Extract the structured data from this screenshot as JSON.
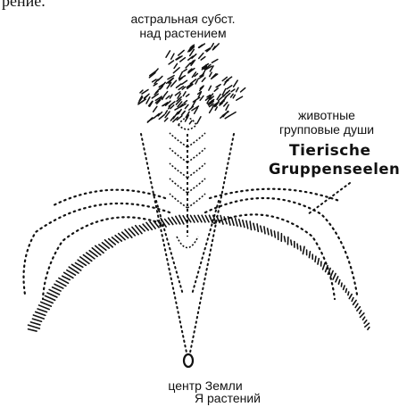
{
  "page": {
    "cut_text": "рение."
  },
  "labels": {
    "astral_line1": "астральная субст.",
    "astral_line2": "над растением",
    "souls_line1": "животные",
    "souls_line2": "групповые души",
    "german_line1": "Tierische",
    "german_line2": "Gruppenseelen",
    "earth_center": "центр Земли",
    "plant_self": "Я растений"
  },
  "colors": {
    "ink": "#111111",
    "background": "#ffffff"
  }
}
